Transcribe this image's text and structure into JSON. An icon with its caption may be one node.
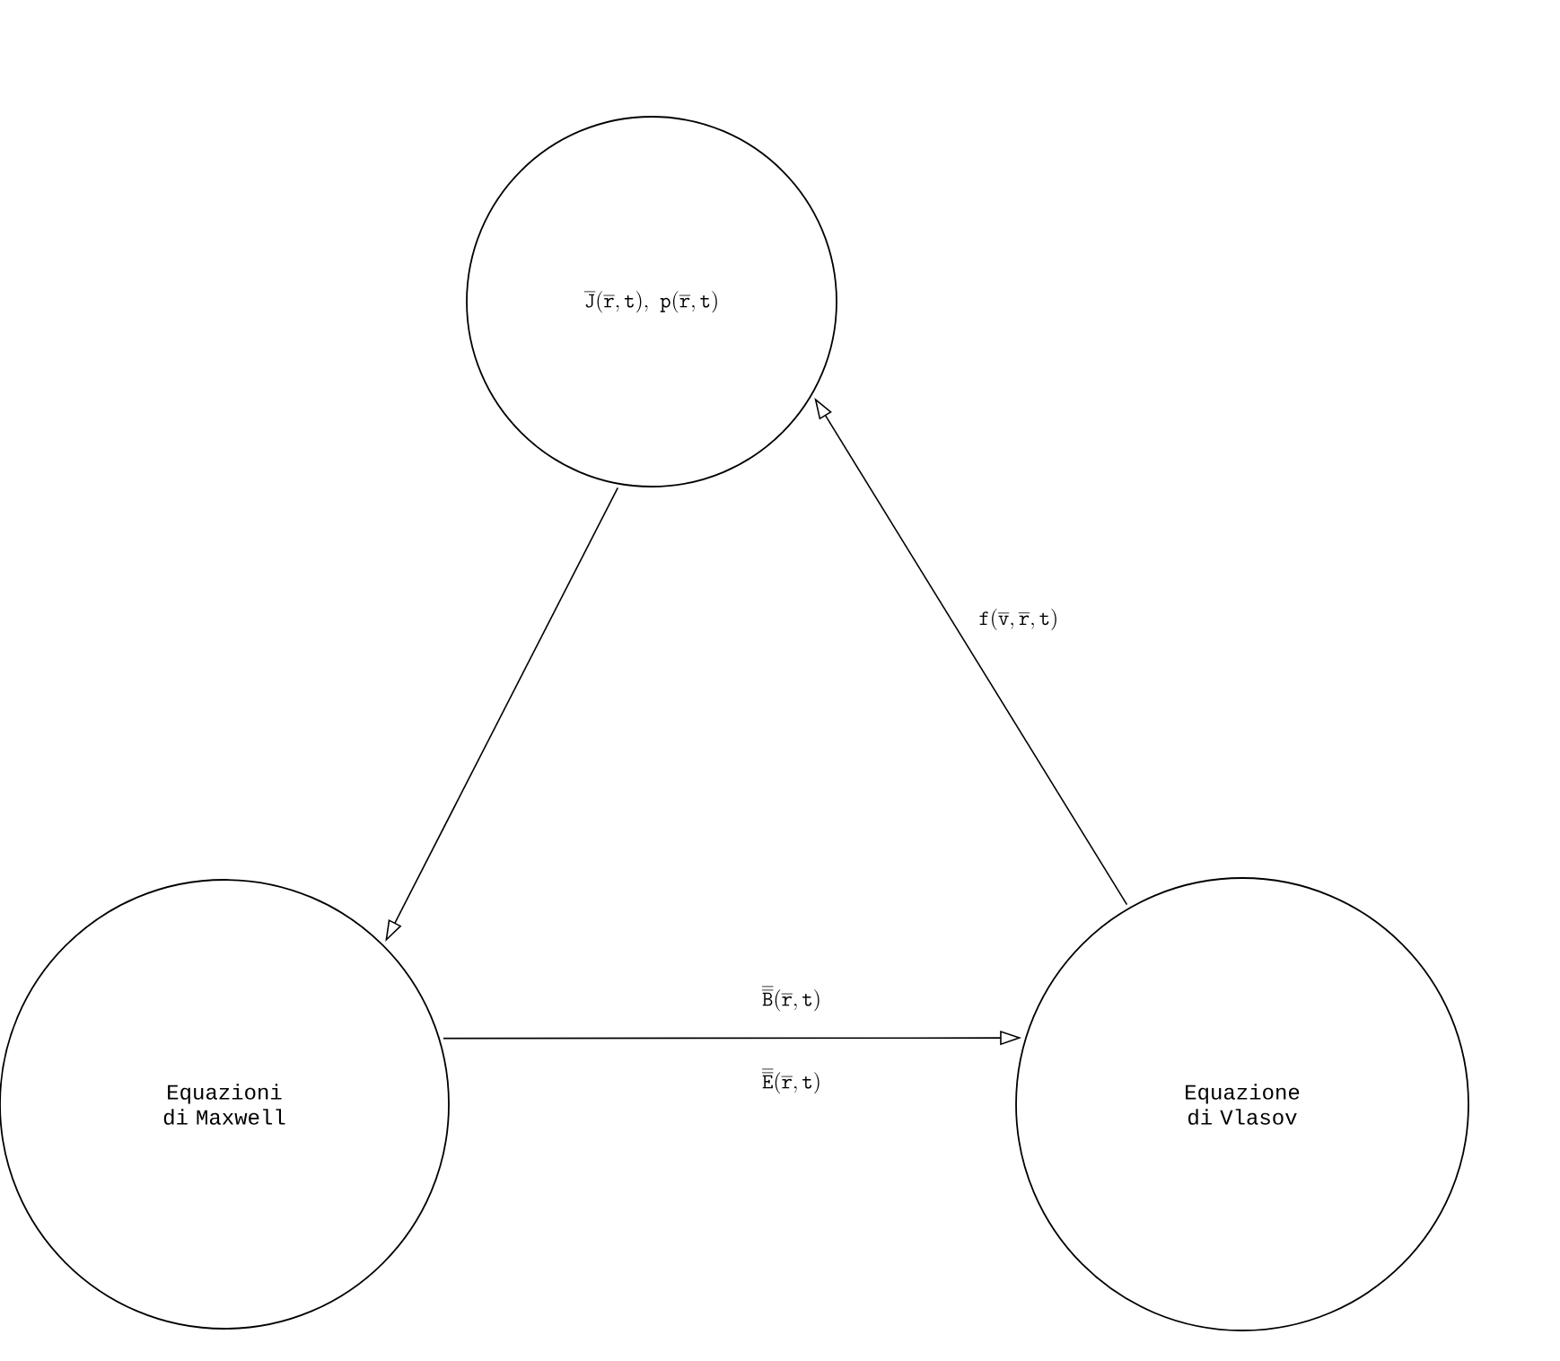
{
  "diagram": {
    "nodes": [
      {
        "text": [
          "\\mathtt{\\overline{J}(\\overline{r},t),\\ p(\\overline{r},t)}"
        ]
      },
      {
        "text": [
          "Equazioni di Maxwell"
        ]
      },
      {
        "text": [
          "Equazione di Vlasov"
        ]
      }
    ],
    "edges": [
      {
        "from": 0,
        "to": 1,
        "arrow": "to"
      },
      {
        "from": 1,
        "to": 2,
        "arrow": "to",
        "label": "\\mathtt{\\overline{\\overline{B}}(\\overline{r},t)}"
      },
      {
        "from": 2,
        "to": 0,
        "arrow": "to",
        "label": "\\mathtt{f(\\overline{v},\\overline{r},t)}"
      }
    ],
    "labels": [
      "\\mathtt{\\overline{\\overline{E}}(\\overline{r},t)}"
    ]
  }
}
